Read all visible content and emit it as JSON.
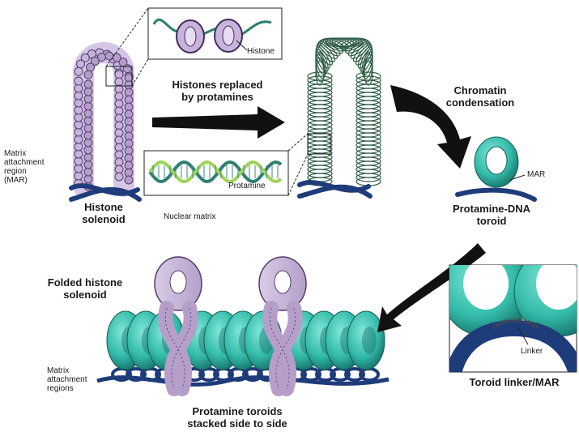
{
  "labels": {
    "histone_inset": "Histone",
    "histones_replaced": "Histones replaced\nby protamines",
    "chromatin_condensation": "Chromatin\ncondensation",
    "matrix_attachment_region": "Matrix\nattachment\nregion\n(MAR)",
    "histone_solenoid": "Histone\nsolenoid",
    "nuclear_matrix": "Nuclear matrix",
    "protamine_inset": "Protamine",
    "mar": "MAR",
    "protamine_dna_toroid": "Protamine-DNA\ntoroid",
    "folded_histone_solenoid": "Folded histone\nsolenoid",
    "matrix_attachment_regions": "Matrix\nattachment\nregions",
    "protamine_toroids_stacked": "Protamine toroids\nstacked side to side",
    "linker": "Linker",
    "toroid_linker_mar": "Toroid linker/MAR"
  },
  "colors": {
    "histone_purple": "#b9a3cc",
    "histone_dark": "#4f3f6b",
    "protamine_green": "#2f5d45",
    "toroid_teal": "#35bfae",
    "toroid_dark": "#1d7f73",
    "matrix_blue": "#1f3c7a",
    "arrow_black": "#111111"
  }
}
